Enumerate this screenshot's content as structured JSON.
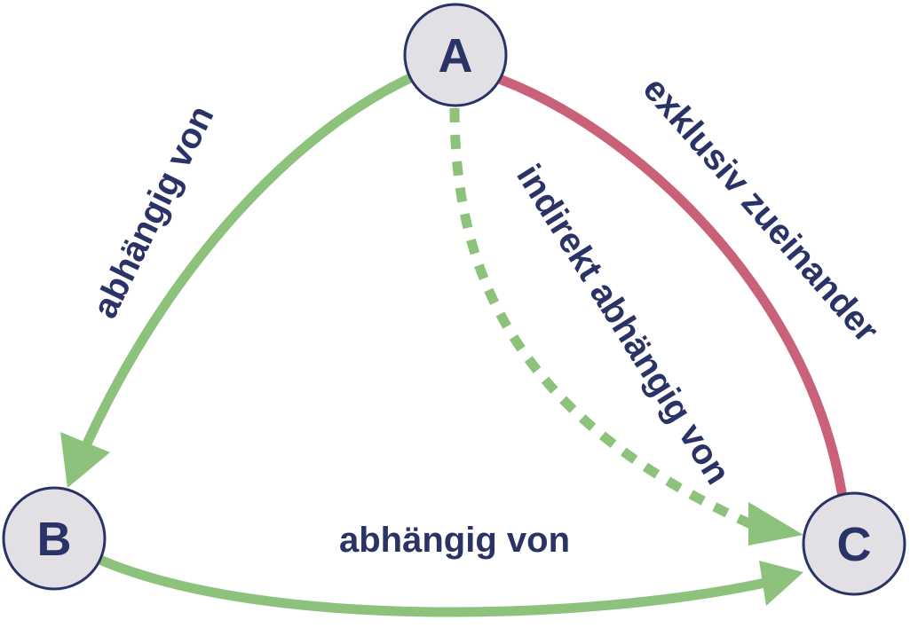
{
  "colors": {
    "green": "#8dc27d",
    "red": "#c96178",
    "text": "#2a3366",
    "node_fill": "#e2e0e5",
    "node_stroke": "#2a3366"
  },
  "nodes": {
    "a": "A",
    "b": "B",
    "c": "C"
  },
  "edges": {
    "a_to_b": {
      "label": "abhängig von",
      "style": "solid",
      "color": "green",
      "arrow": "end"
    },
    "b_to_c": {
      "label": "abhängig von",
      "style": "solid",
      "color": "green",
      "arrow": "end"
    },
    "a_to_c_indirect": {
      "label": "indirekt abhängig von",
      "style": "dashed",
      "color": "green",
      "arrow": "end"
    },
    "a_c_exclusive": {
      "label": "exklusiv zueinander",
      "style": "solid",
      "color": "red",
      "arrow": "none"
    }
  }
}
